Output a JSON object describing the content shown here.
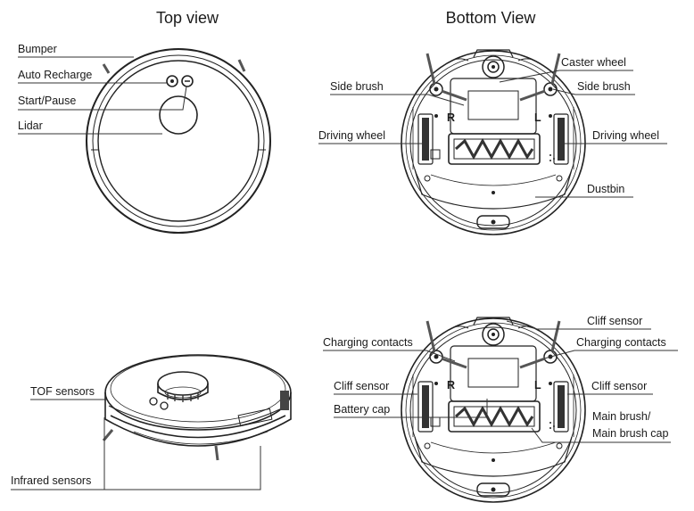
{
  "titles": {
    "top_view": "Top view",
    "bottom_view": "Bottom View"
  },
  "top_view_labels": {
    "bumper": "Bumper",
    "auto_recharge": "Auto Recharge",
    "start_pause": "Start/Pause",
    "lidar": "Lidar"
  },
  "bottom_view_labels": {
    "caster_wheel": "Caster wheel",
    "side_brush_left": "Side brush",
    "side_brush_right": "Side brush",
    "driving_wheel_left": "Driving wheel",
    "driving_wheel_right": "Driving wheel",
    "dustbin": "Dustbin",
    "wheel_mark_left": "R",
    "wheel_mark_right": "L"
  },
  "side_view_labels": {
    "tof_sensors": "TOF sensors",
    "infrared_sensors": "Infrared sensors"
  },
  "bottom_view_2_labels": {
    "cliff_sensor_top": "Cliff sensor",
    "charging_contacts_left": "Charging contacts",
    "charging_contacts_right": "Charging contacts",
    "cliff_sensor_left": "Cliff sensor",
    "cliff_sensor_right": "Cliff sensor",
    "battery_cap": "Battery cap",
    "main_brush_line1": "Main brush/",
    "main_brush_line2": "Main brush cap",
    "wheel_mark_left": "R",
    "wheel_mark_right": "L"
  }
}
